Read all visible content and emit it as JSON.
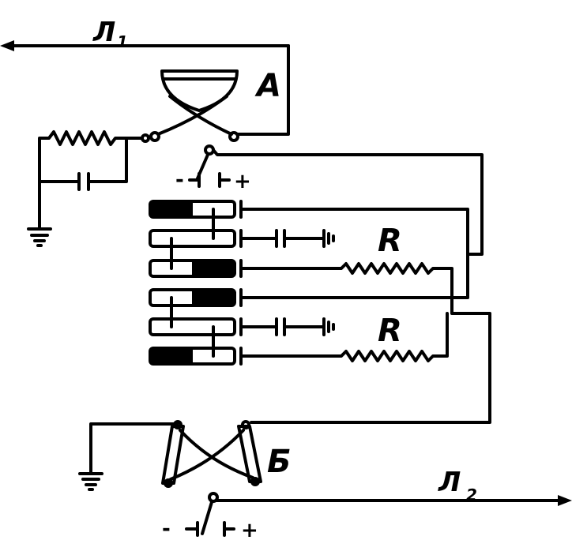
{
  "labels": {
    "line1_main": "Л",
    "line1_sub": "1",
    "relay_a": "А",
    "resistor_top": "R",
    "resistor_bottom": "R",
    "relay_b": "Б",
    "line2_main": "Л",
    "line2_sub": "2"
  },
  "switch_top": {
    "minus": "-",
    "plus": "+"
  },
  "switch_bottom": {
    "minus": "-",
    "plus": "+"
  },
  "bars": [
    {
      "filled": "left"
    },
    {
      "filled": "none"
    },
    {
      "filled": "right"
    },
    {
      "filled": "right"
    },
    {
      "filled": "none"
    },
    {
      "filled": "left"
    }
  ],
  "colors": {
    "ink": "#000000",
    "paper": "#ffffff"
  }
}
